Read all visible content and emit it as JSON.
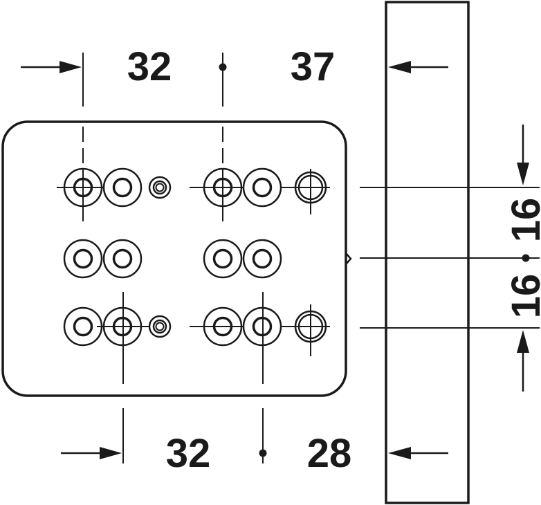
{
  "dimensions": {
    "top_left": "32",
    "top_right": "37",
    "bottom_left": "32",
    "bottom_right": "28",
    "right_upper": "16",
    "right_lower": "16"
  },
  "colors": {
    "ink": "#1a1a1a",
    "paper": "#ffffff"
  }
}
